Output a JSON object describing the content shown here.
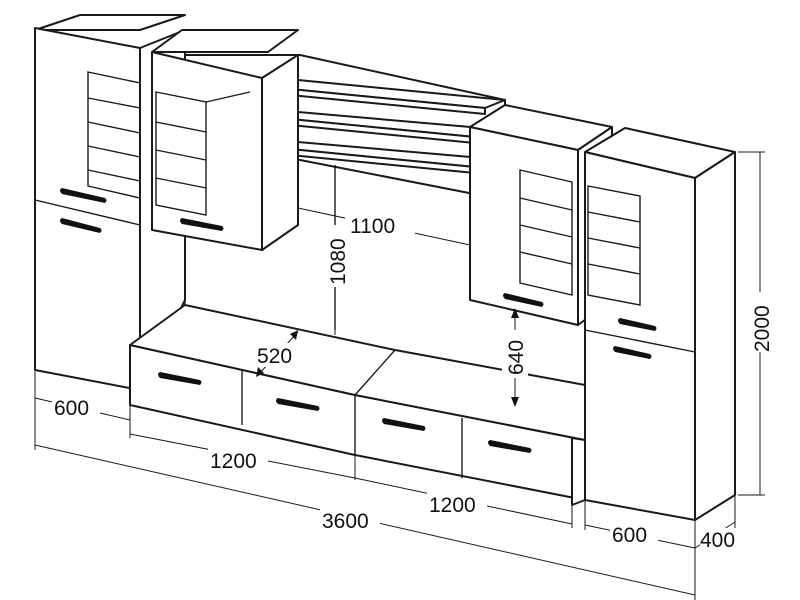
{
  "diagram": {
    "dimensions": {
      "total_length": "3600",
      "side_cabinet_width_left": "600",
      "side_cabinet_width_right": "600",
      "side_cabinet_depth": "400",
      "cabinet_height": "2000",
      "tv_stand_section_1": "1200",
      "tv_stand_section_2": "1200",
      "tv_stand_depth": "520",
      "shelf_width": "1100",
      "wall_shelf_height": "1080",
      "gap_height": "640"
    },
    "colors": {
      "line": "#1a1a1a",
      "fill": "#ffffff",
      "handle": "#111111"
    }
  }
}
